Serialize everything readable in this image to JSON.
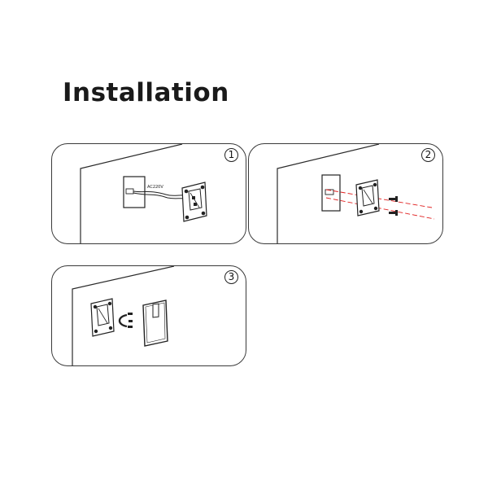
{
  "title": "Installation",
  "steps": [
    {
      "number": "1",
      "wire_label": "AC220V"
    },
    {
      "number": "2"
    },
    {
      "number": "3"
    }
  ],
  "colors": {
    "line": "#2a2a2a",
    "guide": "#e02020"
  }
}
